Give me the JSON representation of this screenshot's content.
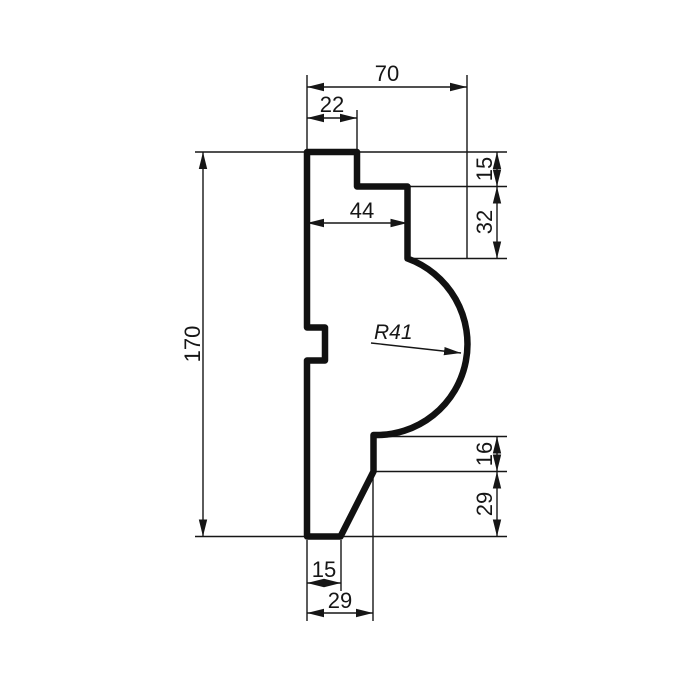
{
  "drawing": {
    "type": "technical profile cross-section (molding), dimensioned",
    "dims": {
      "width_total": "70",
      "width_top_step": "22",
      "width_upper_face": "44",
      "height_total": "170",
      "height_top_step": "15",
      "height_upper_face": "32",
      "radius": "R41",
      "height_lower_step": "16",
      "height_lower_slope": "29",
      "width_bottom_flat": "15",
      "width_bottom": "29"
    },
    "colors": {
      "line": "#161616",
      "background": "#ffffff"
    }
  }
}
